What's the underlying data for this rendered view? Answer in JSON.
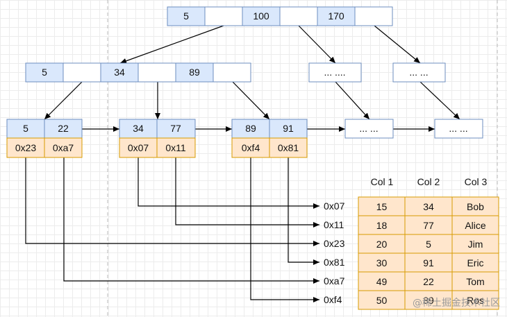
{
  "colors": {
    "key_fill": "#dae8fc",
    "key_stroke": "#6c8ebf",
    "ptr_fill": "#ffe6cc",
    "ptr_stroke": "#d79b00",
    "edge": "#000000"
  },
  "root": {
    "keys": [
      "5",
      "100",
      "170"
    ]
  },
  "internal": {
    "keys": [
      "5",
      "34",
      "89"
    ],
    "placeholder_a": "... ....",
    "placeholder_b": "... ..."
  },
  "leaves": [
    {
      "keys": [
        "5",
        "22"
      ],
      "pointers": [
        "0x23",
        "0xa7"
      ]
    },
    {
      "keys": [
        "34",
        "77"
      ],
      "pointers": [
        "0x07",
        "0x11"
      ]
    },
    {
      "keys": [
        "89",
        "91"
      ],
      "pointers": [
        "0xf4",
        "0x81"
      ]
    }
  ],
  "leaf_placeholders": [
    "... ...",
    "... ..."
  ],
  "addresses": [
    "0x07",
    "0x11",
    "0x23",
    "0x81",
    "0xa7",
    "0xf4"
  ],
  "table": {
    "headers": [
      "Col 1",
      "Col 2",
      "Col 3"
    ],
    "rows": [
      [
        "15",
        "34",
        "Bob"
      ],
      [
        "18",
        "77",
        "Alice"
      ],
      [
        "20",
        "5",
        "Jim"
      ],
      [
        "30",
        "91",
        "Eric"
      ],
      [
        "49",
        "22",
        "Tom"
      ],
      [
        "50",
        "89",
        "Ros"
      ]
    ]
  },
  "watermark": "@稀土掘金技术社区"
}
